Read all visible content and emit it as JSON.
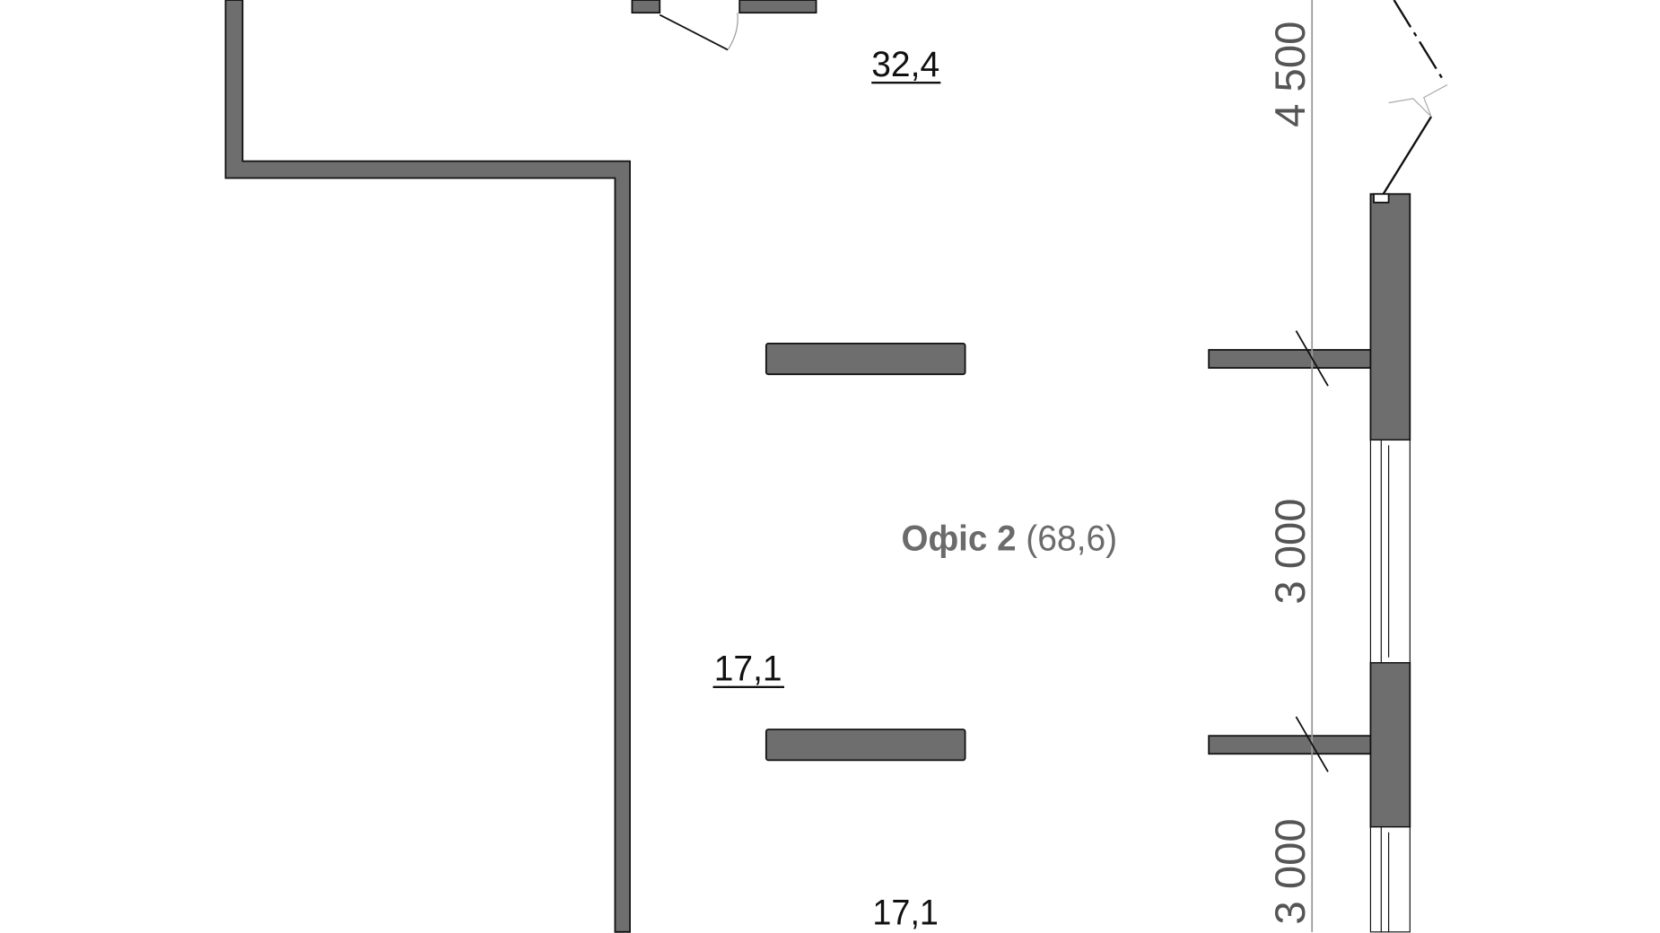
{
  "plan": {
    "room_title": "Офіс 2",
    "room_area": "(68,6)",
    "areas": [
      "32,4",
      "17,1",
      "17,1"
    ],
    "dimensions": [
      "4 500",
      "3 000",
      "3 000"
    ]
  },
  "colors": {
    "wall": "#6e6e6e",
    "outline": "#111111",
    "dimension": "#9a9a9a",
    "room_label": "#6b6b6b"
  }
}
